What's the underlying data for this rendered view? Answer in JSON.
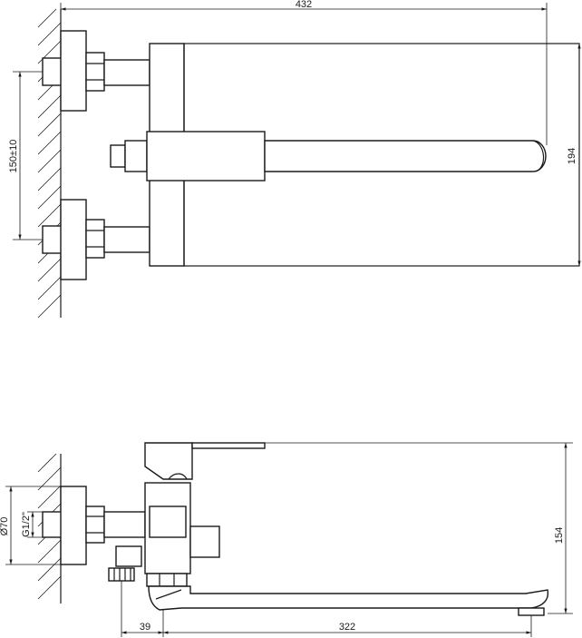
{
  "top_view": {
    "dim_overall_length": "432",
    "dim_inlet_spacing": "150±10",
    "dim_height": "194"
  },
  "side_view": {
    "dim_flange_diameter": "Ø70",
    "dim_thread": "G1/2\"",
    "dim_spout_height": "154",
    "dim_outlet_offset": "39",
    "dim_spout_length": "322"
  },
  "colors": {
    "line": "#1a1a1a",
    "background": "#ffffff"
  }
}
